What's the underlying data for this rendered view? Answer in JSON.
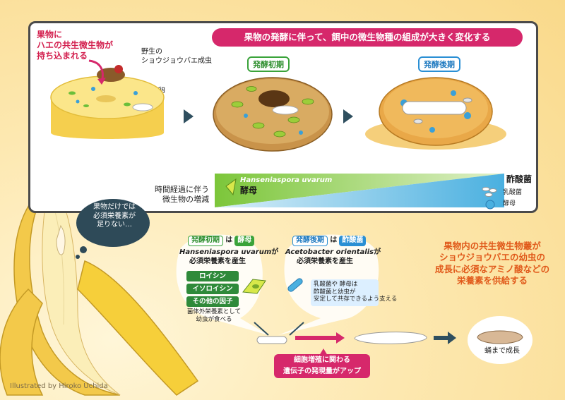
{
  "banner": "果物の発酵に伴って、餌中の微生物種の組成が大きく変化する",
  "intro": {
    "line1": "果物に",
    "line2": "ハエの共生微生物が",
    "line3": "持ち込まれる"
  },
  "fly_label": {
    "line1": "野生の",
    "line2": "ショウジョウバエ成虫"
  },
  "egg_label": "産卵",
  "stage_early": "発酵初期",
  "stage_late": "発酵後期",
  "gradient": {
    "left_label": {
      "line1": "時間経過に伴う",
      "line2": "微生物の増減"
    },
    "yeast_species": "Hanseniaspora uvarum",
    "yeast_label": "酵母",
    "acetic_label": "酢酸菌",
    "legend_lactic": "乳酸菌",
    "legend_yeast": "酵母"
  },
  "speech": {
    "line1": "果物だけでは",
    "line2": "必須栄養素が",
    "line3": "足りない…"
  },
  "early_box": {
    "tag1": "発酵初期",
    "wa": "は",
    "tag2": "酵母",
    "species": "Hanseniaspora uvarum",
    "ga": "が",
    "line": "必須栄養素を産生",
    "nutrients": [
      "ロイシン",
      "イソロイシン",
      "その他の因子"
    ],
    "note1": "菌体外栄養素として",
    "note2": "幼虫が食べる"
  },
  "late_box": {
    "tag1": "発酵後期",
    "wa": "は",
    "tag2": "酢酸菌",
    "species": "Acetobacter orientalis",
    "ga": "が",
    "line": "必須栄養素を産生",
    "note1": "乳酸菌や",
    "note1b": "酵母は",
    "note2": "酢酸菌と幼虫が",
    "note3": "安定して共存できるよう支える"
  },
  "right_text": {
    "line1": "果物内の共生微生物叢が",
    "line2": "ショウジョウバエの幼虫の",
    "line3": "成長に必須なアミノ酸などの",
    "line4": "栄養素を供給する"
  },
  "gene_box": {
    "line1": "細胞増殖に関わる",
    "line2": "遺伝子の発現量がアップ"
  },
  "pupa_label": "蛹まで成長",
  "credit": "Illustrated by Hiroko Uchida",
  "colors": {
    "magenta": "#d6286b",
    "green": "#3aa33a",
    "blue": "#2a8fd4",
    "orange": "#e0591a",
    "arrow": "#2f4f5f"
  }
}
